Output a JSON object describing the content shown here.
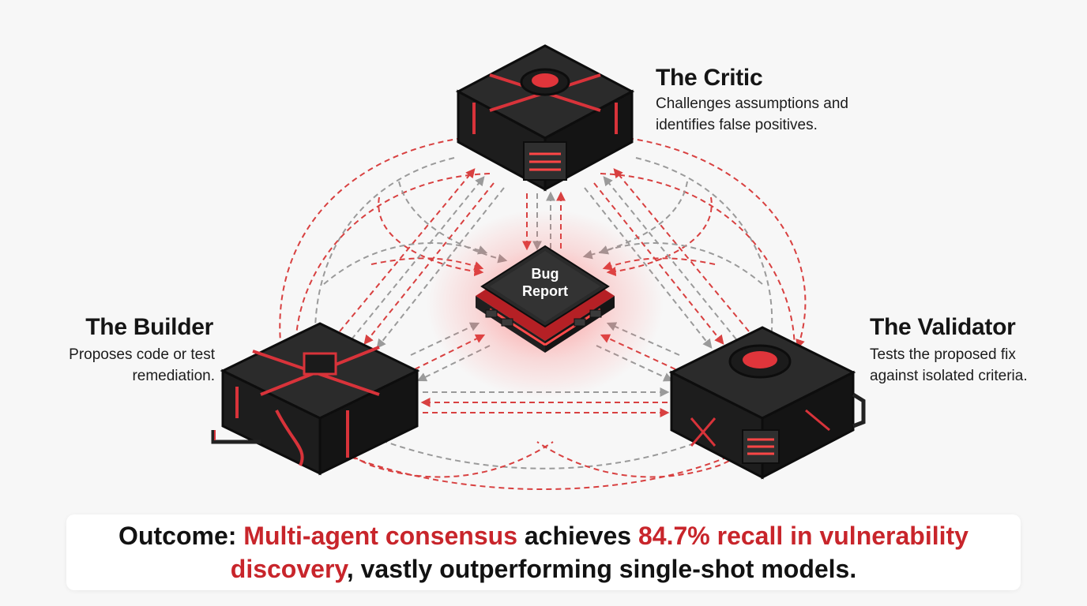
{
  "diagram": {
    "colors": {
      "accent": "#e0353b",
      "dark": "#1f1f1f",
      "arrow_gray": "#9a9a9a",
      "arrow_red": "#d84040"
    },
    "center_node": {
      "line1": "Bug",
      "line2": "Report"
    },
    "agents": {
      "critic": {
        "title": "The Critic",
        "desc_line1": "Challenges assumptions and",
        "desc_line2": "identifies false positives."
      },
      "builder": {
        "title": "The Builder",
        "desc_line1": "Proposes code or test",
        "desc_line2": "remediation."
      },
      "validator": {
        "title": "The Validator",
        "desc_line1": "Tests the proposed fix",
        "desc_line2": "against isolated criteria."
      }
    }
  },
  "outcome": {
    "prefix": "Outcome: ",
    "highlight1": "Multi-agent consensus",
    "mid": " achieves ",
    "highlight2": "84.7% recall in vulnerability",
    "highlight3": "discovery",
    "suffix": ", vastly outperforming single-shot models."
  }
}
